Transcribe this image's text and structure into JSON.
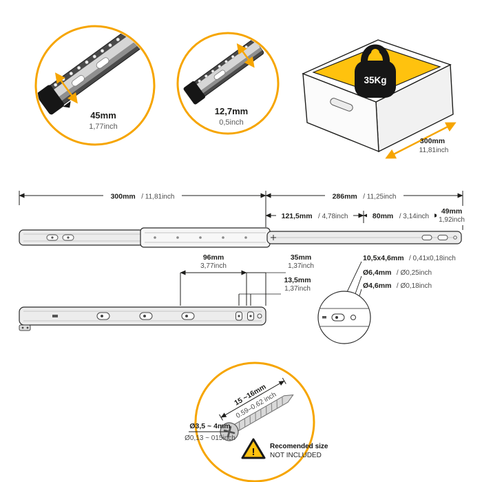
{
  "colors": {
    "accent": "#F6A500",
    "drawer_yellow": "#FFC20E",
    "ink": "#1d1d1b"
  },
  "callouts": {
    "width": {
      "value": "45mm",
      "alt": "1,77inch"
    },
    "thickness": {
      "value": "12,7mm",
      "alt": "0,5inch"
    }
  },
  "drawer": {
    "load": "35Kg",
    "depth": {
      "value": "300mm",
      "alt": "11,81inch"
    }
  },
  "dims": {
    "total": {
      "v": "300mm",
      "a": "/ 11,81inch"
    },
    "extension": {
      "v": "286mm",
      "a": "/ 11,25inch"
    },
    "front": {
      "v": "121,5mm",
      "a": "/ 4,78inch"
    },
    "mid": {
      "v": "80mm",
      "a": "/ 3,14inch"
    },
    "rear": {
      "v": "49mm",
      "a": "1,92inch"
    },
    "hole_span": {
      "v": "96mm",
      "a": "3,77inch"
    },
    "end_span": {
      "v": "35mm",
      "a": "1,37inch"
    },
    "slot_pair": {
      "v": "13,5mm",
      "a": "1,37inch"
    },
    "slot_size": {
      "v": "10,5x4,6mm",
      "a": "/ 0,41x0,18inch"
    },
    "hole_large": {
      "v": "Ø6,4mm",
      "a": "/ Ø0,25inch"
    },
    "hole_small": {
      "v": "Ø4,6mm",
      "a": "/ Ø0,18inch"
    }
  },
  "screw": {
    "length": {
      "v": "15 ~16mm",
      "a": "0.59–0.62 inch"
    },
    "diameter": {
      "v": "Ø3,5 ~ 4mm",
      "a": "Ø0,13 ~ 015inch"
    },
    "warning_mark": "!",
    "note_title": "Recomended size",
    "note_sub": "NOT INCLUDED"
  }
}
